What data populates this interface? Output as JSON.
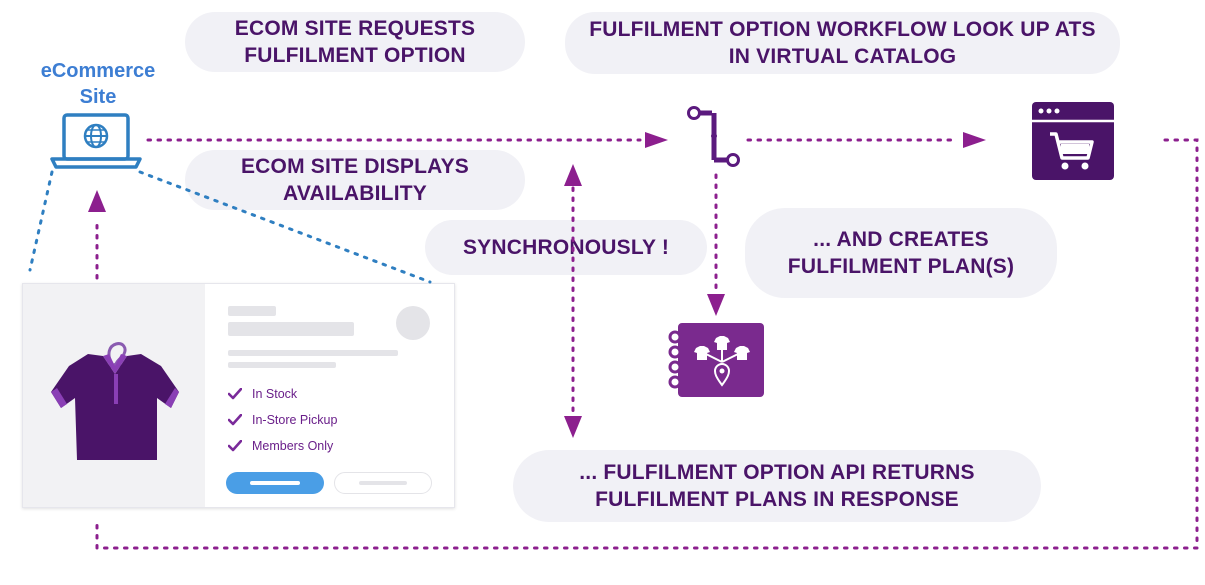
{
  "site": {
    "label": "eCommerce Site"
  },
  "bubbles": {
    "requests": "ECOM SITE REQUESTS FULFILMENT OPTION",
    "workflow": "FULFILMENT OPTION WORKFLOW LOOK UP ATS IN VIRTUAL CATALOG",
    "displays": "ECOM SITE DISPLAYS AVAILABILITY",
    "sync": "SYNCHRONOUSLY !",
    "creates": "... AND CREATES FULFILMENT PLAN(S)",
    "returns": "... FULFILMENT OPTION API RETURNS FULFILMENT PLANS IN RESPONSE"
  },
  "card": {
    "checks": [
      "In Stock",
      "In-Store Pickup",
      "Members Only"
    ]
  },
  "icons": {
    "laptop": "laptop-globe-icon",
    "workflow": "workflow-branch-icon",
    "catalog": "shopping-cart-browser-icon",
    "plan": "fulfilment-plan-notebook-icon",
    "shirt": "shirt-on-hanger-icon",
    "check": "checkmark-icon"
  },
  "colors": {
    "purple": "#5b1a7e",
    "dark_purple": "#4a1468",
    "blue": "#3d7ed3",
    "bubble_bg": "#f1f1f6",
    "dotted_purple": "#8c1f8e",
    "dotted_blue": "#2f7fc1"
  }
}
